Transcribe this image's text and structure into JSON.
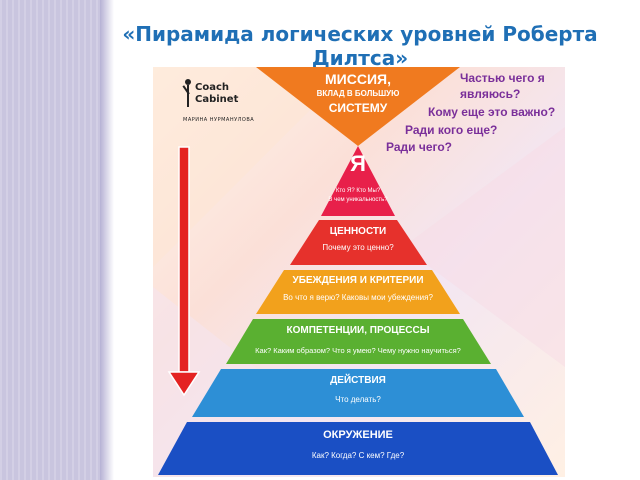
{
  "title": "«Пирамида логических уровней Роберта Дилтса»",
  "logo": {
    "line1": "Coach",
    "line2": "Cabinet",
    "subtitle": "МАРИНА НУРМАНУЛОВА"
  },
  "levels": [
    {
      "title": "МИССИЯ,",
      "subtitle": "ВКЛАД В БОЛЬШУЮ",
      "extra": "СИСТЕМУ",
      "color": "#f07a1f"
    },
    {
      "title": "Я",
      "subtitle": "Кто Я? Кто Мы?",
      "extra": "В чем уникальность?",
      "color": "#e8204a"
    },
    {
      "title": "ЦЕННОСТИ",
      "subtitle": "Почему это ценно?",
      "color": "#e6312c"
    },
    {
      "title": "УБЕЖДЕНИЯ И КРИТЕРИИ",
      "subtitle": "Во что я верю? Каковы мои убеждения?",
      "color": "#f2a11c"
    },
    {
      "title": "КОМПЕТЕНЦИИ, ПРОЦЕССЫ",
      "subtitle": "Как? Каким образом? Что я умею? Чему нужно научиться?",
      "color": "#5ab031"
    },
    {
      "title": "ДЕЙСТВИЯ",
      "subtitle": "Что делать?",
      "color": "#2d8fd6"
    },
    {
      "title": "ОКРУЖЕНИЕ",
      "subtitle": "Как? Когда? С кем? Где?",
      "color": "#1a4fc4"
    }
  ],
  "questions": [
    "Частью чего я",
    "являюсь?",
    "Кому еще это важно?",
    "Ради кого еще?",
    "Ради чего?"
  ],
  "colors": {
    "title": "#1f6fb5",
    "arrow": "#e42322",
    "questions": "#7a2f9a",
    "strip": "#c9c5df"
  }
}
